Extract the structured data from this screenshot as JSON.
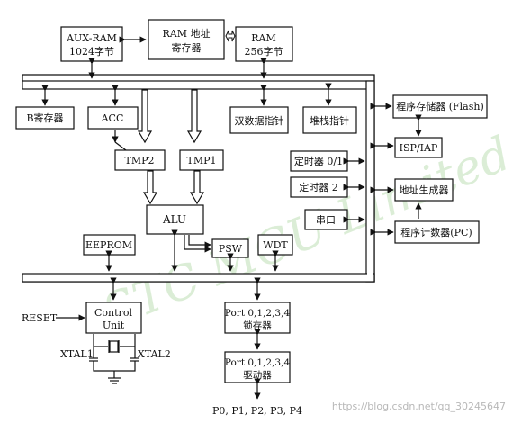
{
  "blocks": {
    "aux_ram": [
      "AUX-RAM",
      "1024字节"
    ],
    "ram_addr_reg": [
      "RAM 地址",
      "寄存器"
    ],
    "ram": [
      "RAM",
      "256字节"
    ],
    "b_reg": "B寄存器",
    "acc": "ACC",
    "dual_dptr": "双数据指针",
    "stack_ptr": "堆栈指针",
    "prog_mem": "程序存储器 (Flash)",
    "tmp2": "TMP2",
    "tmp1": "TMP1",
    "timer01": "定时器 0/1",
    "timer2": "定时器 2",
    "isp_iap": "ISP/IAP",
    "addr_gen": "地址生成器",
    "alu": "ALU",
    "uart": "串口",
    "prog_counter": "程序计数器(PC)",
    "eeprom": "EEPROM",
    "psw": "PSW",
    "wdt": "WDT",
    "control_unit": [
      "Control",
      "Unit"
    ],
    "port_latch": [
      "Port 0,1,2,3,4",
      "锁存器"
    ],
    "port_driver": [
      "Port 0,1,2,3,4",
      "驱动器"
    ]
  },
  "signals": {
    "reset": "RESET",
    "xtal1": "XTAL1",
    "xtal2": "XTAL2",
    "ports": "P0, P1, P2, P3, P4"
  },
  "watermark": {
    "diagonal": "STC MCU Limited",
    "url": "https://blog.csdn.net/qq_30245647"
  }
}
